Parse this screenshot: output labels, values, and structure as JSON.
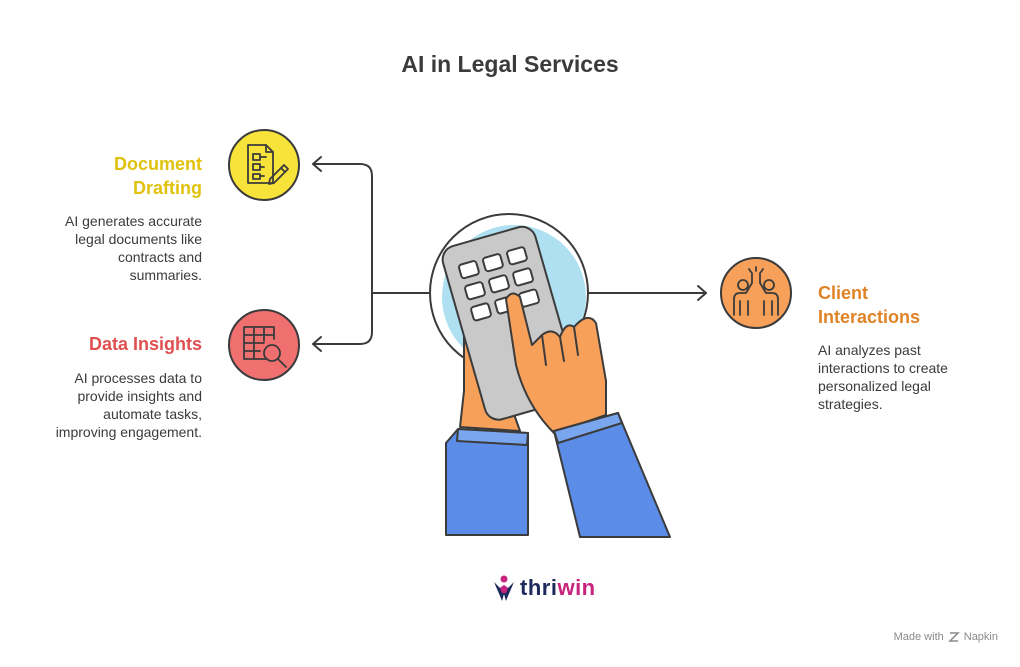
{
  "title": "AI in Legal Services",
  "items": [
    {
      "heading_lines": [
        "Document",
        "Drafting"
      ],
      "color": "#e0c20d",
      "icon_fill": "#f7e33a",
      "icon": "document-pencil-icon",
      "description_lines": [
        "AI generates accurate",
        "legal documents like",
        "contracts and",
        "summaries."
      ]
    },
    {
      "heading_lines": [
        "Data Insights"
      ],
      "color": "#e05050",
      "icon_fill": "#f06f6f",
      "icon": "table-search-icon",
      "description_lines": [
        "AI processes data to",
        "provide insights and",
        "automate tasks,",
        "improving engagement."
      ]
    },
    {
      "heading_lines": [
        "Client",
        "Interactions"
      ],
      "color": "#e08226",
      "icon_fill": "#f7a05a",
      "icon": "high-five-icon",
      "description_lines": [
        "AI analyzes past",
        "interactions to create",
        "personalized legal",
        "strategies."
      ]
    }
  ],
  "center_icon": "hands-calculator-illustration",
  "brand": {
    "part1": "thri",
    "part2": "win",
    "color1": "#1f2a5c",
    "color2": "#c8237d"
  },
  "footer": {
    "text": "Made with",
    "tool": "Napkin"
  }
}
